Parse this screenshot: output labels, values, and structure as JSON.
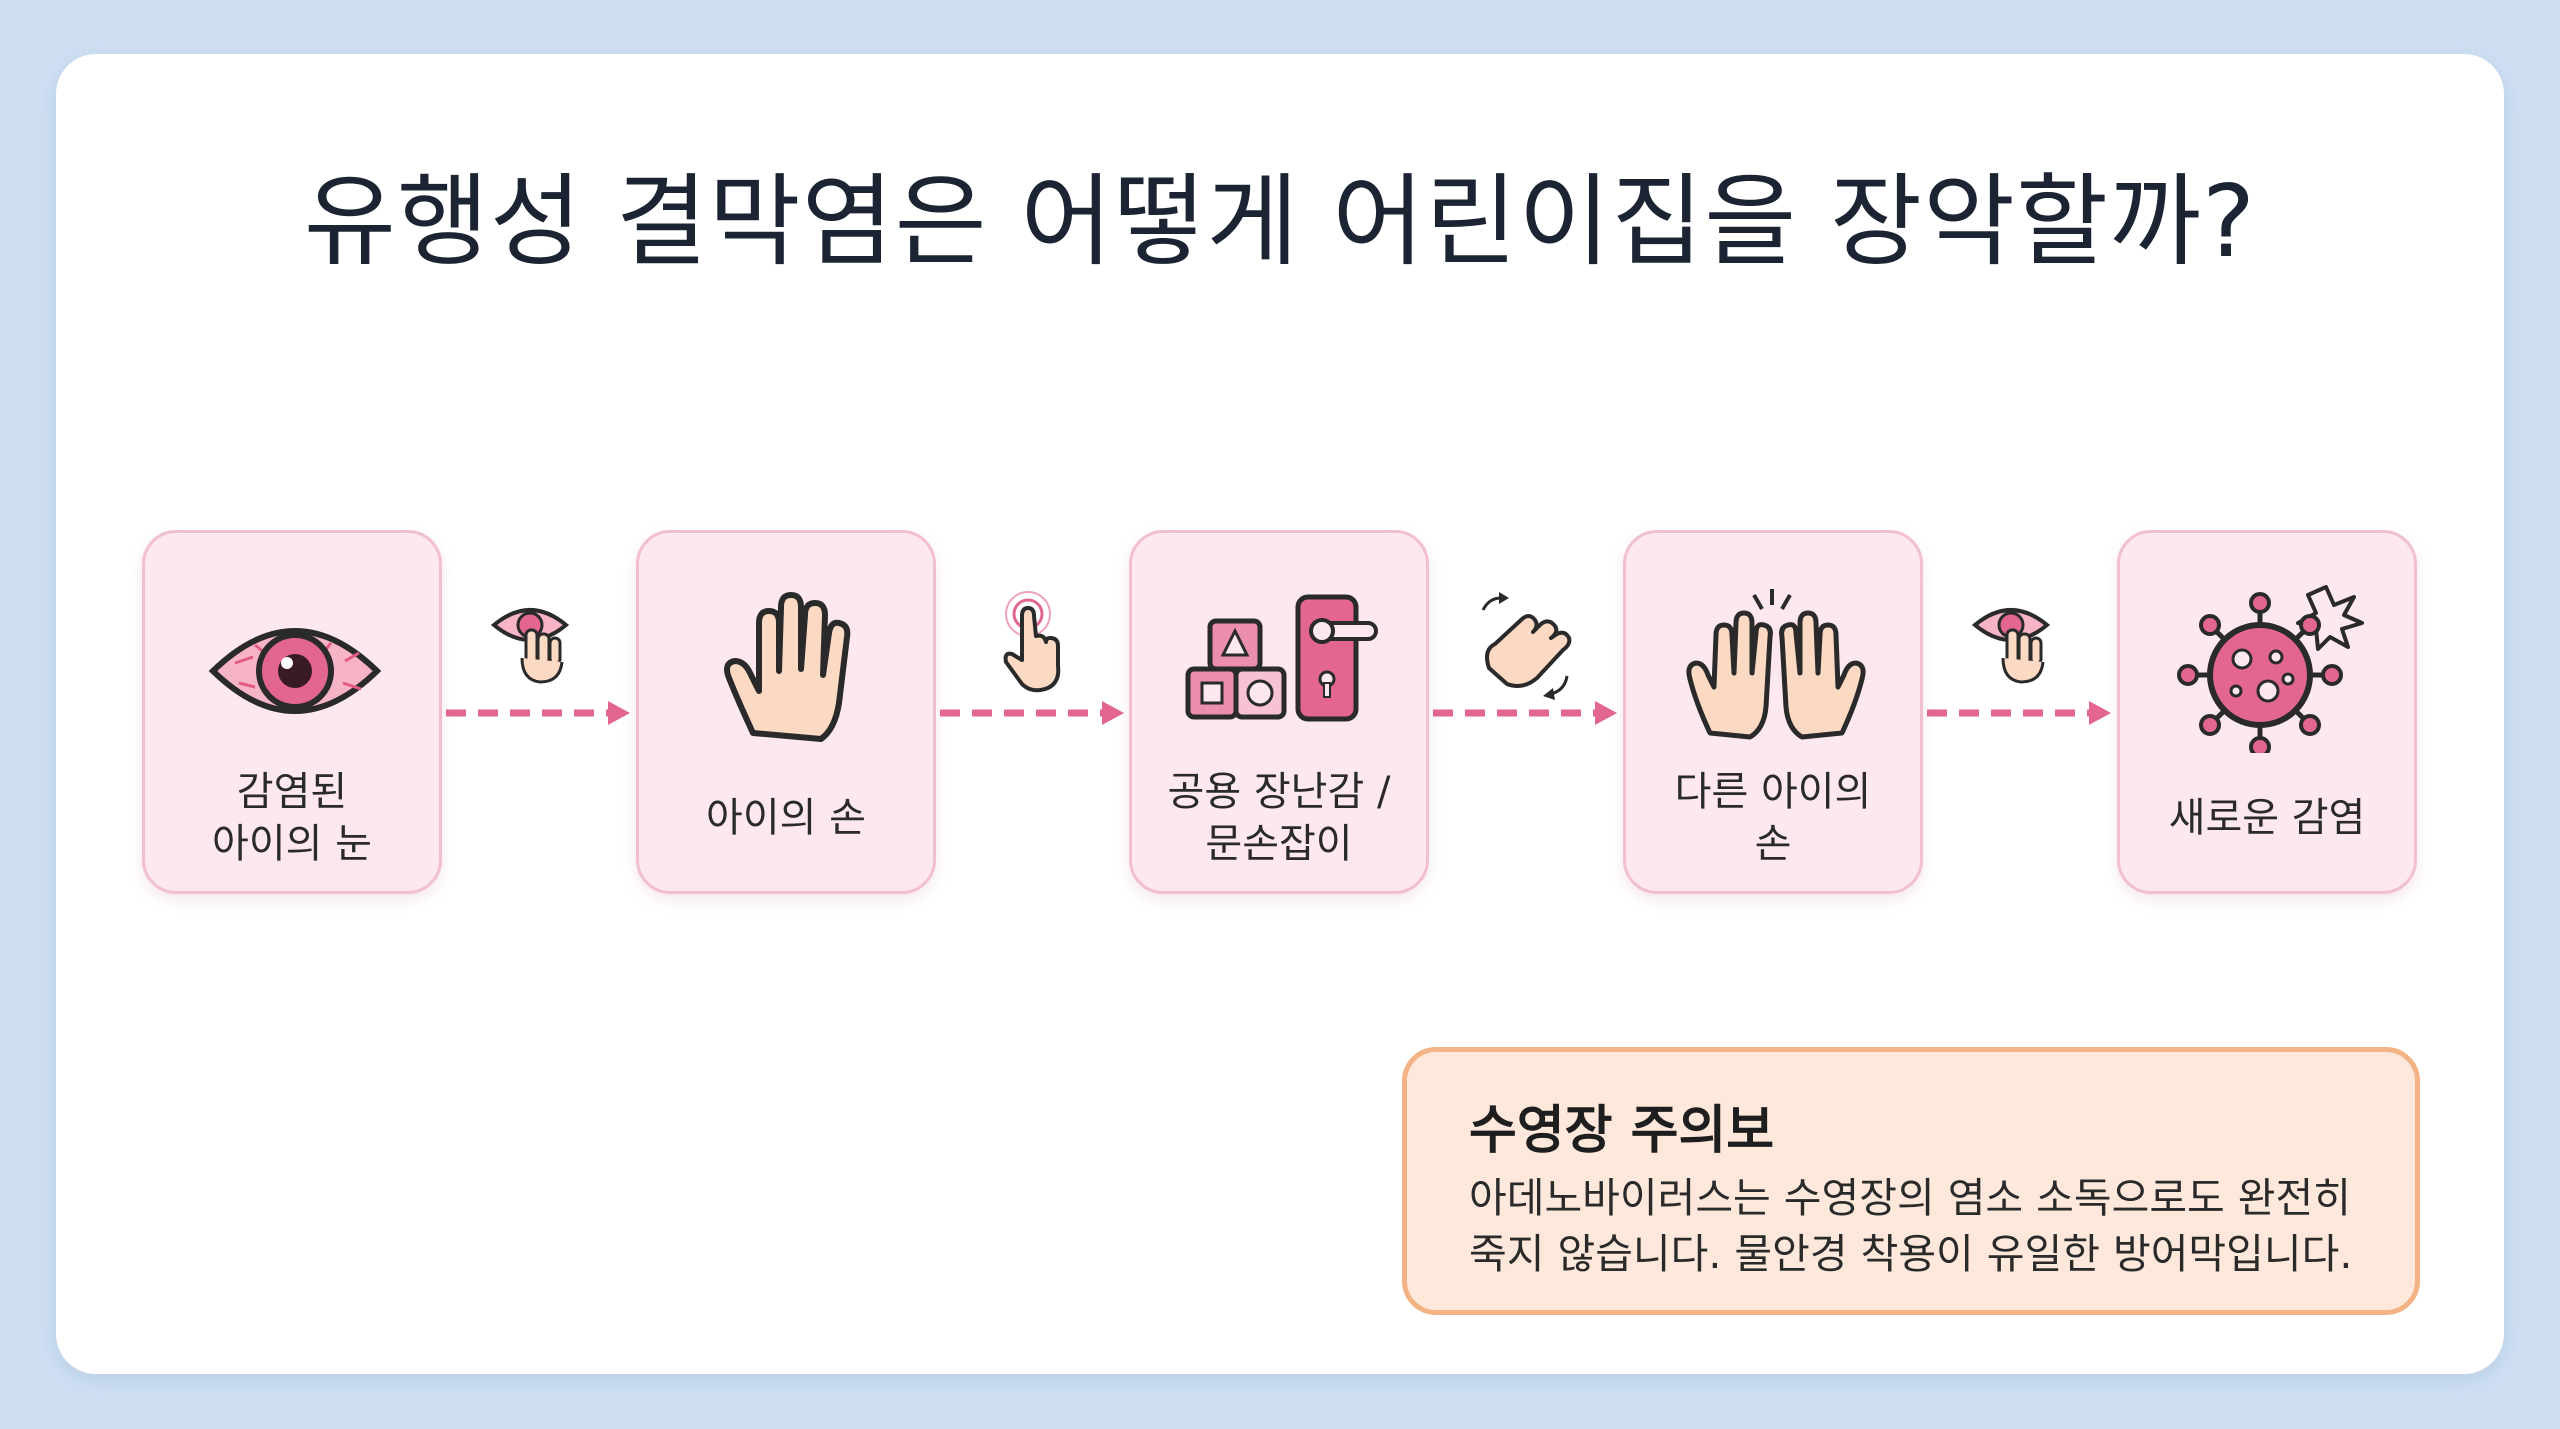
{
  "title": "유행성 결막염은 어떻게 어린이집을 장악할까?",
  "colors": {
    "background": "#cfe0f4",
    "step_fill": "#fde8ef",
    "step_border": "#f2bfcf",
    "accent_pink": "#e2668f",
    "notice_fill": "#fde8db",
    "notice_border": "#f3b384"
  },
  "steps": [
    {
      "label": "감염된\n아이의 눈",
      "icon": "infected-eye-icon"
    },
    {
      "label": "아이의 손",
      "icon": "hand-icon"
    },
    {
      "label": "공용 장난감 /\n문손잡이",
      "icon": "toys-doorhandle-icon"
    },
    {
      "label": "다른 아이의\n손",
      "icon": "two-hands-icon"
    },
    {
      "label": "새로운 감염",
      "icon": "virus-icon"
    }
  ],
  "connectors": [
    {
      "icon": "eye-touch-icon"
    },
    {
      "icon": "finger-touch-icon"
    },
    {
      "icon": "wave-transfer-icon"
    },
    {
      "icon": "eye-touch-icon"
    }
  ],
  "notice": {
    "title": "수영장 주의보",
    "body": "아데노바이러스는 수영장의 염소 소독으로도 완전히\n죽지 않습니다. 물안경 착용이 유일한 방어막입니다."
  }
}
